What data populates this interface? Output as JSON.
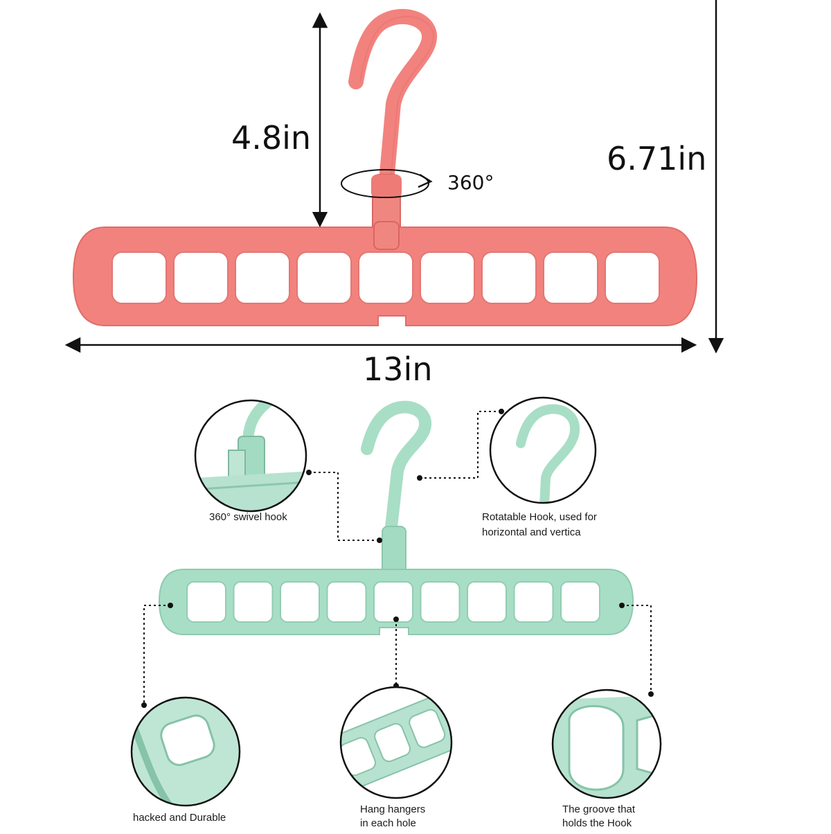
{
  "dimensions": {
    "hook_height": "4.8in",
    "total_height": "6.71in",
    "width": "13in",
    "rotation": "360°"
  },
  "callouts": {
    "swivel": "360° swivel hook",
    "rotatable_line1": "Rotatable Hook, used for",
    "rotatable_line2": "horizontal and vertica",
    "durable": "hacked and Durable",
    "hang_line1": "Hang hangers",
    "hang_line2": "in each hole",
    "groove_line1": "The groove that",
    "groove_line2": "holds the Hook"
  },
  "colors": {
    "pink_hanger": "#f2827e",
    "green_hanger": "#a8dec6",
    "dimension_line": "#111111"
  }
}
